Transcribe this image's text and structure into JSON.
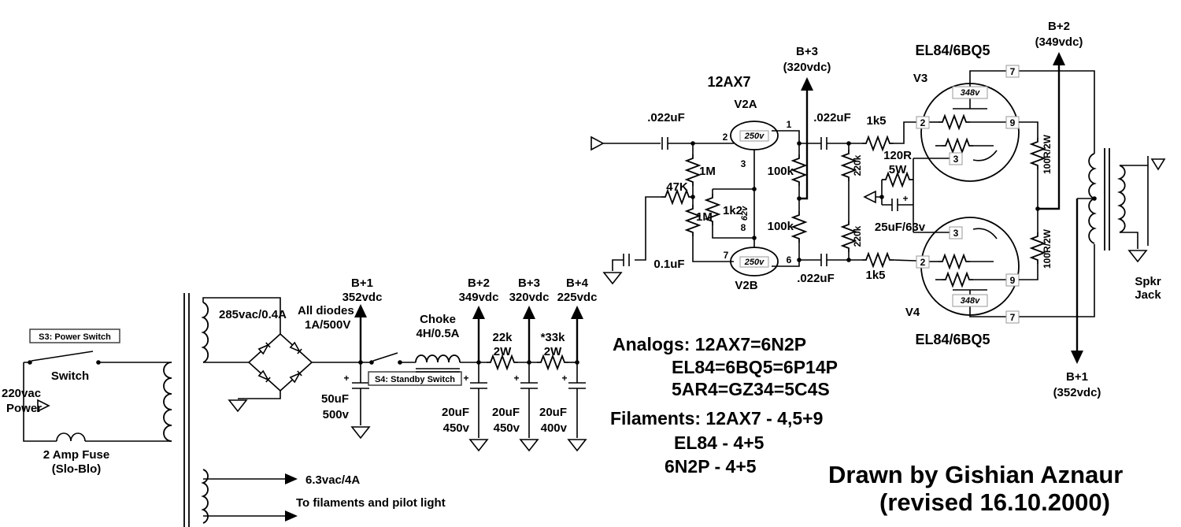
{
  "ps": {
    "s3_box": "S3: Power Switch",
    "switch": "Switch",
    "mains1": "220vac",
    "mains2": "Power",
    "fuse1": "2 Amp Fuse",
    "fuse2": "(Slo-Blo)",
    "ht": "285vac/0.4A",
    "diodes1": "All diodes",
    "diodes2": "1A/500V",
    "b1": "B+1",
    "b1v": "352vdc",
    "c0a": "50uF",
    "c0b": "500v",
    "s4_box": "S4: Standby  Switch",
    "choke1": "Choke",
    "choke2": "4H/0.5A",
    "b2": "B+2",
    "b2v": "349vdc",
    "r1a": "22k",
    "r1b": "2W",
    "b3": "B+3",
    "b3v": "320vdc",
    "r2a": "*33k",
    "r2b": "2W",
    "b4": "B+4",
    "b4v": "225vdc",
    "c1a": "20uF",
    "c1b": "450v",
    "c2a": "20uF",
    "c2b": "450v",
    "c3a": "20uF",
    "c3b": "400v",
    "heat1": "6.3vac/4A",
    "heat2": "To filaments and pilot light",
    "plus": "+"
  },
  "pre": {
    "tube": "12AX7",
    "v2a": "V2A",
    "v2b": "V2B",
    "cin": ".022uF",
    "p1": "1",
    "p2": "2",
    "p3": "3",
    "p6": "6",
    "p7": "7",
    "p8": "8",
    "va": "250v",
    "vb": "250v",
    "r1m_a": "1M",
    "r47k": "47K",
    "r1m_b": "1M",
    "r1k2": "1k2",
    "vk": "62v",
    "ra1": "100k",
    "ra2": "100k",
    "cfb": "0.1uF",
    "b3": "B+3",
    "b3v": "(320vdc)",
    "cc1": ".022uF",
    "cc2": ".022uF",
    "rg1": "220k",
    "rg2": "220k",
    "rs1": "1k5",
    "rs2": "1k5",
    "rk1": "120R",
    "rk2": "5W",
    "ck": "25uF/63v",
    "plus": "+"
  },
  "out": {
    "el84_top": "EL84/6BQ5",
    "v3": "V3",
    "el84_bot": "EL84/6BQ5",
    "v4": "V4",
    "va3": "348v",
    "va4": "348v",
    "v3p7": "7",
    "v3p2": "2",
    "v3p9": "9",
    "v3p3": "3",
    "v4p3": "3",
    "v4p2": "2",
    "v4p9": "9",
    "v4p7": "7",
    "rsg1": "100R/2W",
    "rsg2": "100R/2W",
    "b2": "B+2",
    "b2v": "(349vdc)",
    "b1": "B+1",
    "b1v": "(352vdc)",
    "spkr1": "Spkr",
    "spkr2": "Jack"
  },
  "notes": {
    "a1": "Analogs: 12AX7=6N2P",
    "a2": "EL84=6BQ5=6P14P",
    "a3": "5AR4=GZ34=5C4S",
    "f1": "Filaments: 12AX7 - 4,5+9",
    "f2": "EL84 - 4+5",
    "f3": "6N2P - 4+5",
    "credit1": "Drawn by Gishian Aznaur",
    "credit2": "(revised 16.10.2000)"
  }
}
